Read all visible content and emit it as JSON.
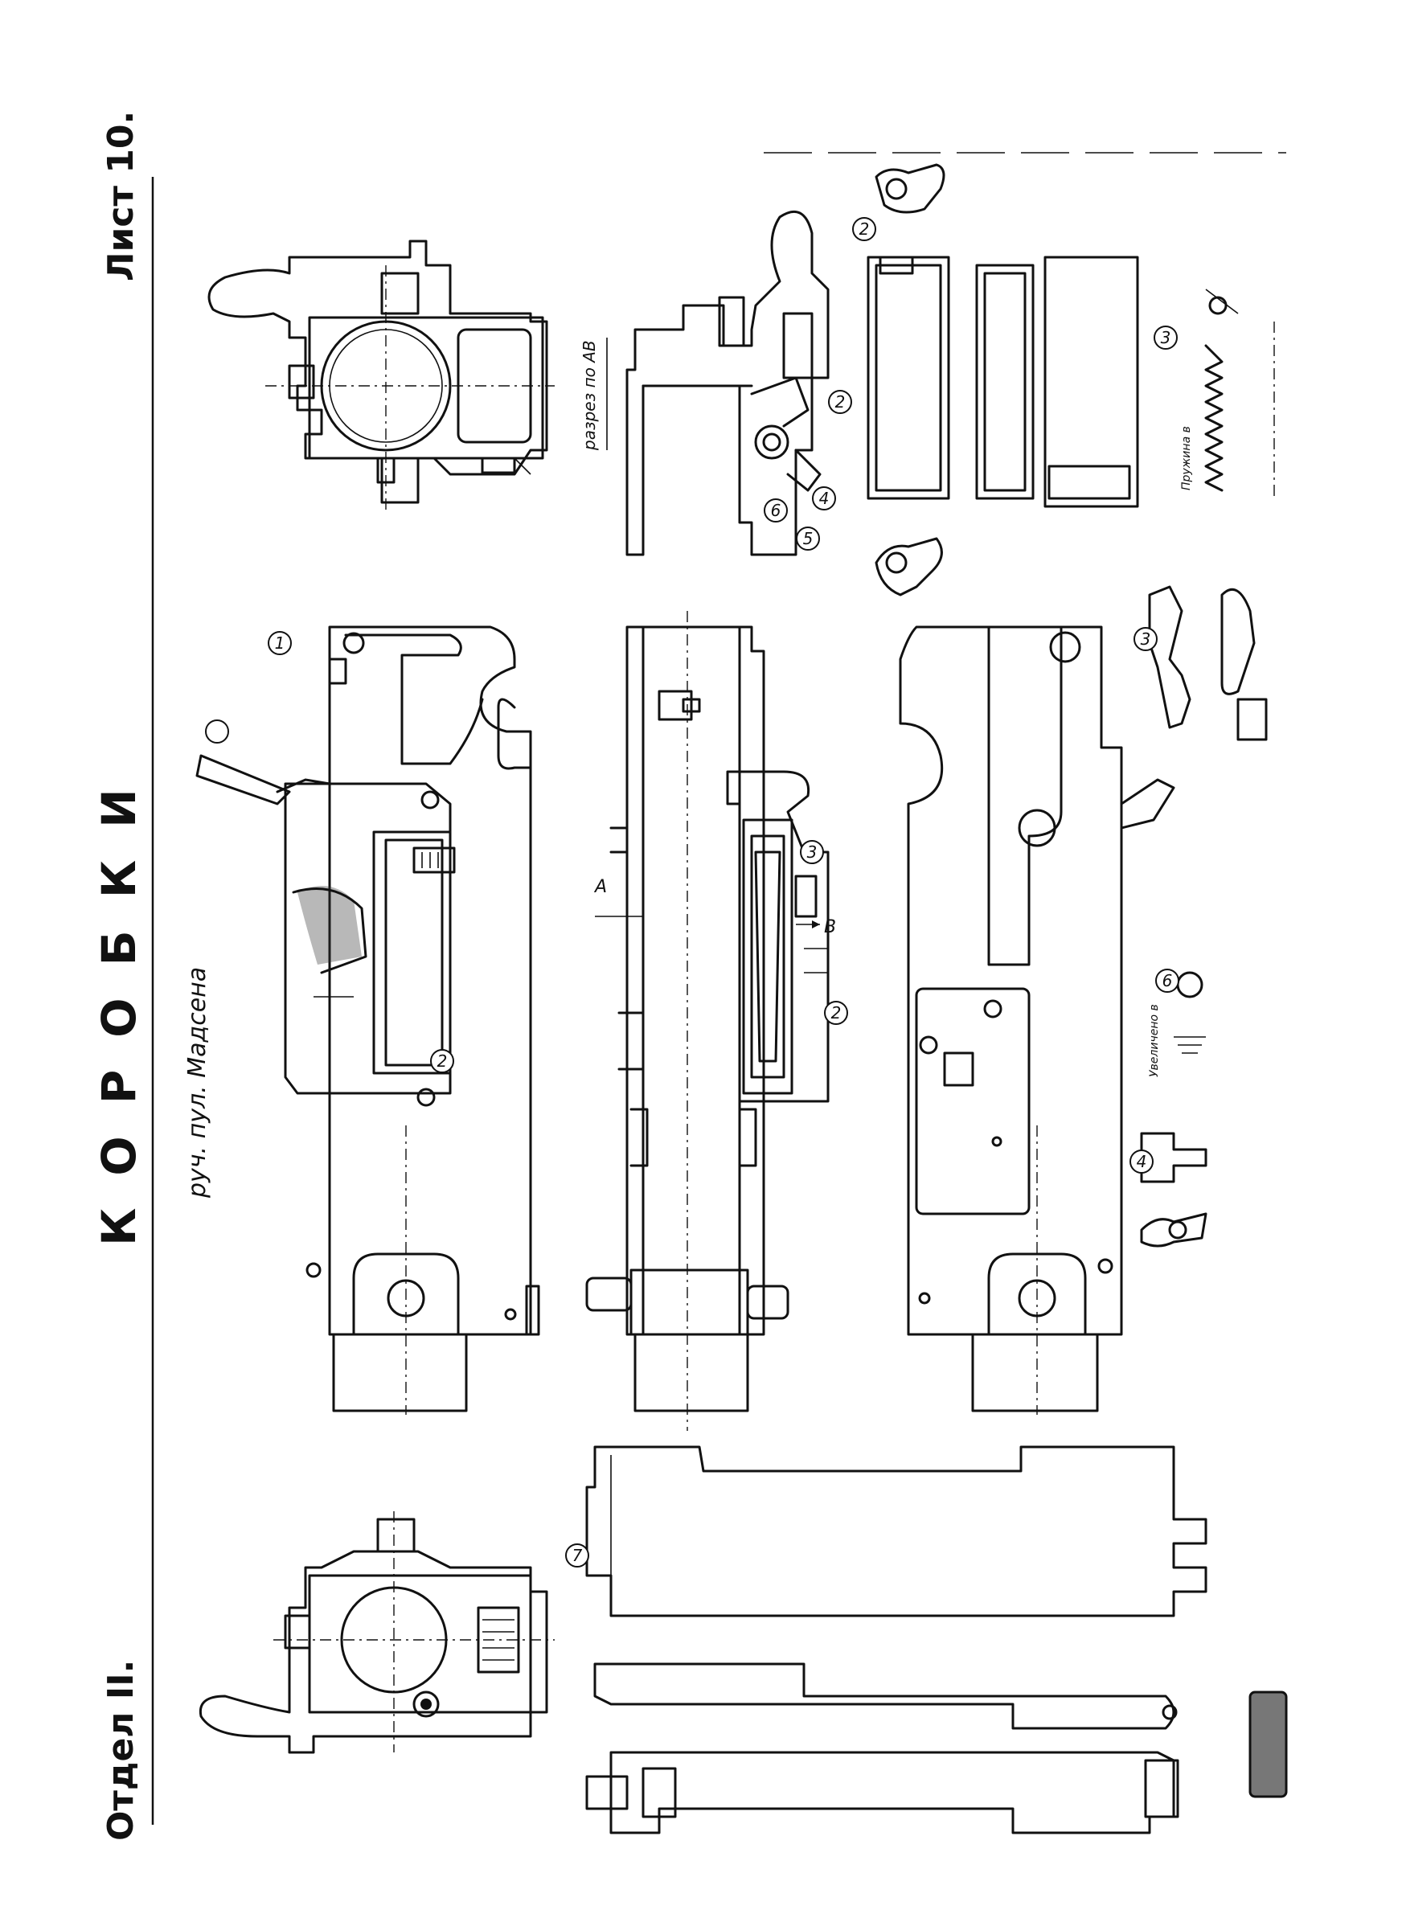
{
  "sheet": {
    "section": "Отдел II.",
    "sheet_number": "Лист 10.",
    "title": "КОРОБКИ",
    "subtitle": "руч. пул. Мадсена"
  },
  "annotations": {
    "section_label": "разрез по АВ",
    "section_mark_a": "А",
    "section_mark_b": "В",
    "scale_note_1": "Увеличено в",
    "scale_note_2": "Пружина в"
  },
  "callouts": [
    "1",
    "2",
    "3",
    "4",
    "5",
    "6",
    "7"
  ]
}
